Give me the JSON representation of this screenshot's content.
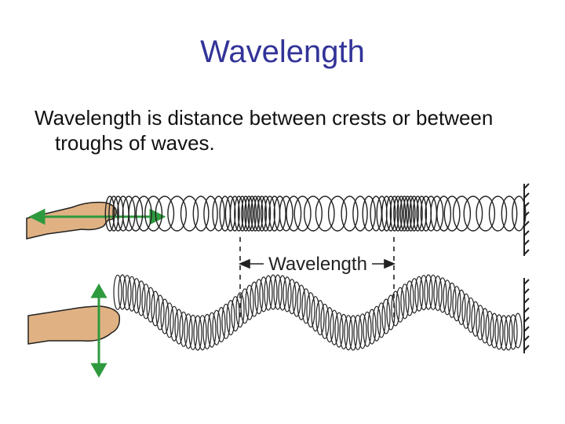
{
  "slide": {
    "title": "Wavelength",
    "body": "Wavelength is distance between crests or between troughs of waves."
  },
  "diagram": {
    "label": "Wavelength"
  }
}
